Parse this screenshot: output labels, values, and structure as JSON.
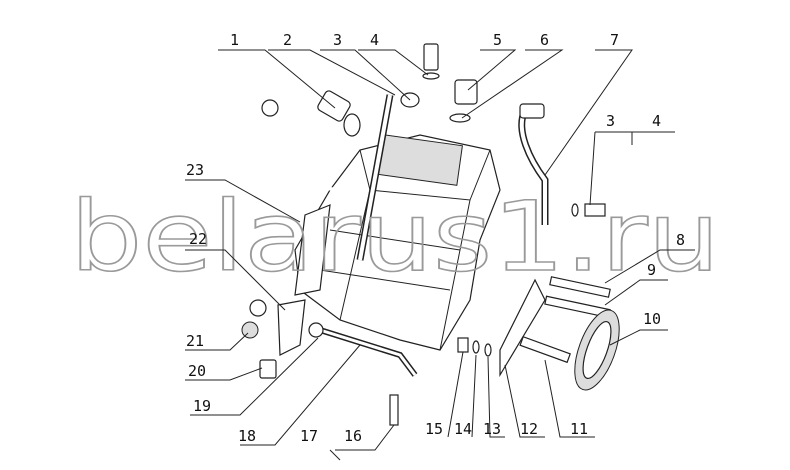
{
  "diagram": {
    "watermark": "belarus1.ru",
    "labels": {
      "l1": "1",
      "l2": "2",
      "l3a": "3",
      "l4a": "4",
      "l5": "5",
      "l6": "6",
      "l7": "7",
      "l3b": "3",
      "l4b": "4",
      "l8": "8",
      "l9": "9",
      "l10": "10",
      "l11": "11",
      "l12": "12",
      "l13": "13",
      "l14": "14",
      "l15": "15",
      "l16": "16",
      "l17": "17",
      "l18": "18",
      "l19": "19",
      "l20": "20",
      "l21": "21",
      "l22": "22",
      "l23": "23"
    }
  }
}
